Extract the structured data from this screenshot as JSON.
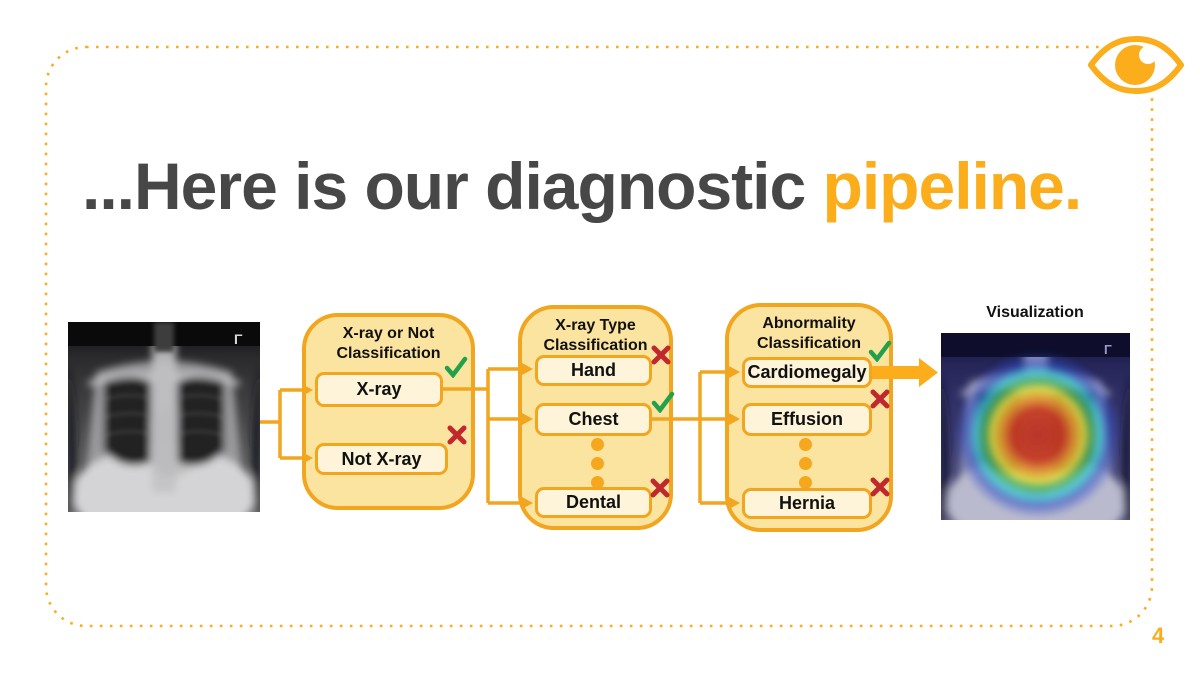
{
  "slide": {
    "page_number": "4",
    "logo_icon": "eye-icon"
  },
  "title": {
    "regular": "...Here is our diagnostic ",
    "highlight": "pipeline."
  },
  "colors": {
    "accent_orange": "#FBAD1C",
    "diagram_border": "#F2A51E",
    "stage_fill": "#FBE3A0",
    "option_fill": "#FDF4D9",
    "check_green": "#21A14B",
    "cross_red": "#C1272D",
    "title_gray": "#474747"
  },
  "diagram": {
    "side_marker": "Γ",
    "stages": [
      {
        "line1": "X-ray or Not",
        "line2": "Classification",
        "options": [
          {
            "label": "X-ray",
            "status": "check"
          },
          {
            "label": "Not X-ray",
            "status": "cross"
          }
        ]
      },
      {
        "line1": "X-ray Type",
        "line2": "Classification",
        "options": [
          {
            "label": "Hand",
            "status": "cross"
          },
          {
            "label": "Chest",
            "status": "check"
          },
          {
            "label": "Dental",
            "status": "cross"
          }
        ]
      },
      {
        "line1": "Abnormality",
        "line2": "Classification",
        "options": [
          {
            "label": "Cardiomegaly",
            "status": "check"
          },
          {
            "label": "Effusion",
            "status": "cross"
          },
          {
            "label": "Hernia",
            "status": "cross"
          }
        ]
      }
    ],
    "visualization_label": "Visualization"
  }
}
